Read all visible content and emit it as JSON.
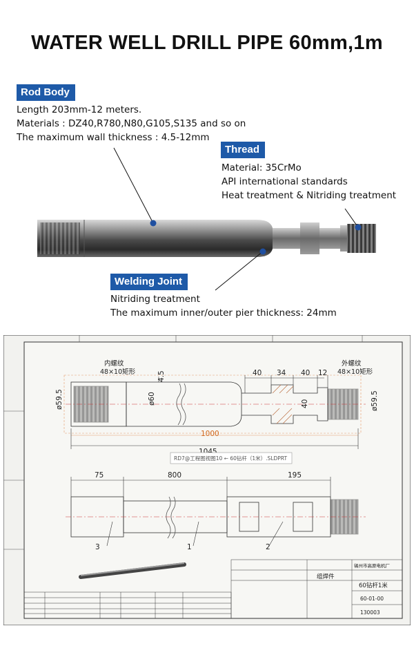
{
  "title": "WATER WELL DRILL PIPE 60mm,1m",
  "rod_body": {
    "tag": "Rod Body",
    "lines": [
      "Length 203mm-12 meters.",
      "Materials : DZ40,R780,N80,G105,S135 and so on",
      "The maximum wall thickness : 4.5-12mm"
    ]
  },
  "thread": {
    "tag": "Thread",
    "lines": [
      "Material: 35CrMo",
      "API international standards",
      "Heat treatment & Nitriding treatment"
    ]
  },
  "welding_joint": {
    "tag": "Welding Joint",
    "lines": [
      "Nitriding treatment",
      "The maximum inner/outer pier thickness: 24mm"
    ]
  },
  "drawing": {
    "inner_thread_label": "内螺纹",
    "inner_thread_spec": "48×10矩形",
    "outer_thread_label": "外螺纹",
    "outer_thread_spec": "48×10矩形",
    "dims_top": [
      "40",
      "34",
      "40",
      "12"
    ],
    "dim_4_5": "4.5",
    "dia_60": "ø60",
    "dia_left": "ø59.5",
    "dia_right": "ø59.5",
    "dim_40": "40",
    "dim_1000": "1000",
    "dim_1045": "1045",
    "file_label": "RD7@工程图视图10 ← 60钻杆（1米）.SLDPRT",
    "dims_lower": [
      "75",
      "800",
      "195"
    ],
    "callouts": [
      "3",
      "1",
      "2"
    ],
    "title_block": {
      "name": "组焊件",
      "company": "锡州市高原电机厂",
      "part_name": "60钻杆1米",
      "part_no": "60-01-00",
      "number": "130003"
    }
  },
  "colors": {
    "accent": "#1e5aa8",
    "dot": "#1f4fa0"
  }
}
